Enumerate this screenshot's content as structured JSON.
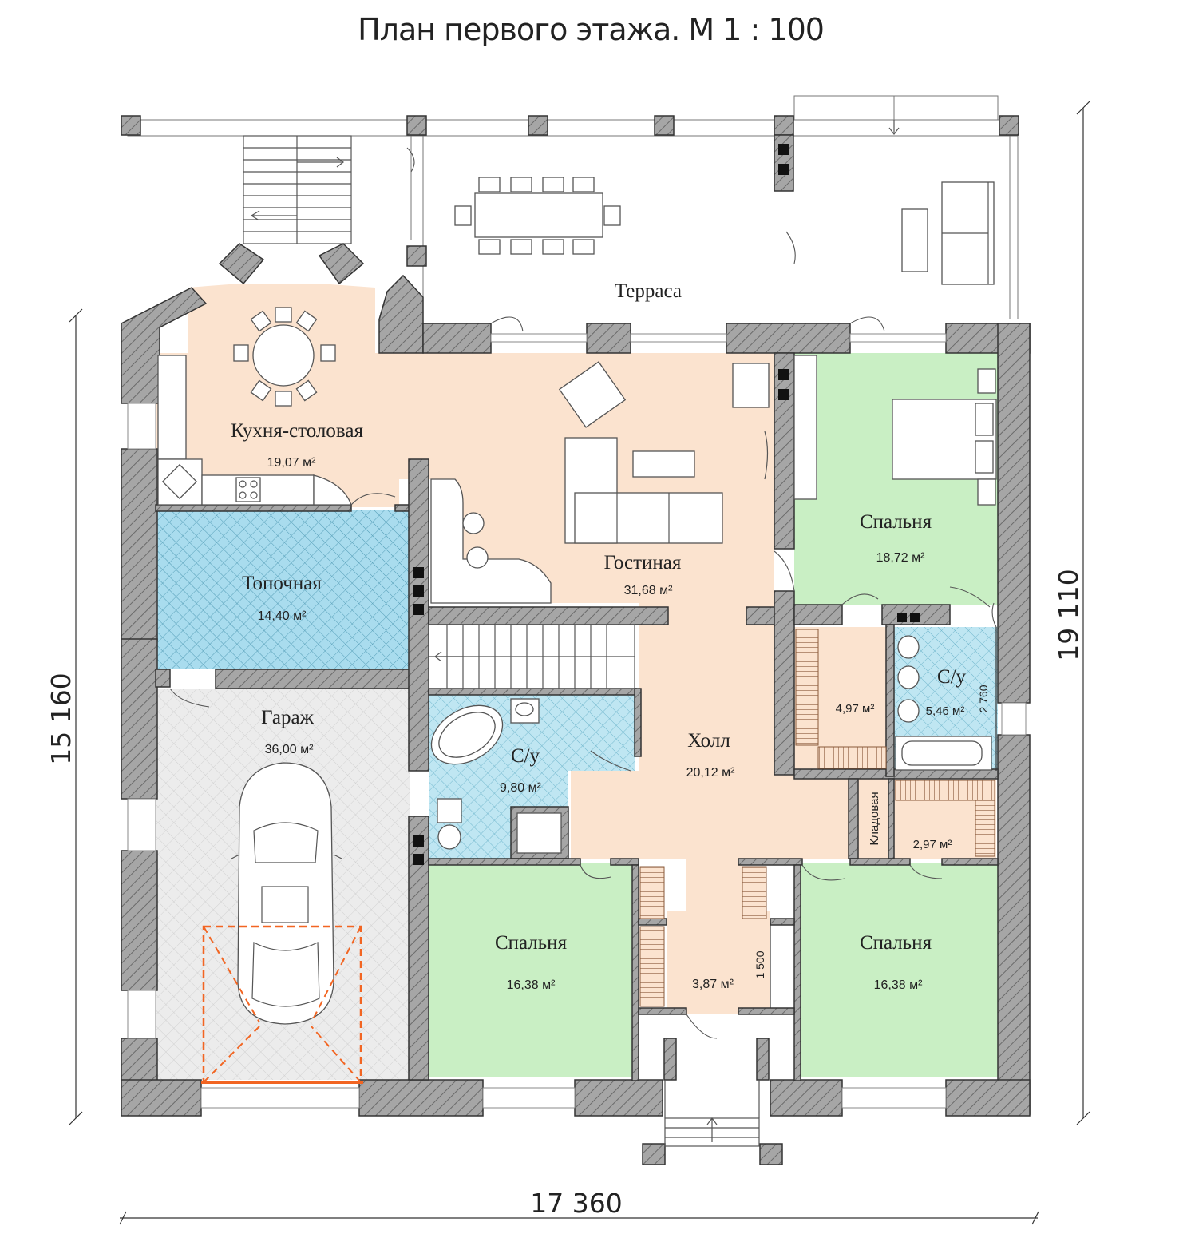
{
  "title": "План первого этажа. М 1 : 100",
  "rooms": {
    "kitchen": {
      "name": "Кухня-столовая",
      "area": "19,07 м²"
    },
    "boiler": {
      "name": "Топочная",
      "area": "14,40 м²"
    },
    "garage": {
      "name": "Гараж",
      "area": "36,00 м²"
    },
    "living": {
      "name": "Гостиная",
      "area": "31,68 м²"
    },
    "terrace": {
      "name": "Терраса"
    },
    "bedroom_ne": {
      "name": "Спальня",
      "area": "18,72 м²"
    },
    "bath_center": {
      "name": "С/у",
      "area": "9,80 м²"
    },
    "hall": {
      "name": "Холл",
      "area": "20,12 м²"
    },
    "closet_1": {
      "area": "4,97 м²"
    },
    "bath_east": {
      "name": "С/у",
      "area": "5,46 м²"
    },
    "storage": {
      "name": "Кладовая"
    },
    "closet_2": {
      "area": "2,97 м²"
    },
    "bedroom_sw": {
      "name": "Спальня",
      "area": "16,38 м²"
    },
    "vestibule": {
      "area": "3,87 м²"
    },
    "bedroom_se": {
      "name": "Спальня",
      "area": "16,38 м²"
    }
  },
  "dimensions": {
    "width": "17 360",
    "height_left": "15 160",
    "height_right": "19 110",
    "bath_width": "2 760",
    "vestibule_width": "1 500"
  },
  "colors": {
    "kitchen_living_hall": "#fbe3cf",
    "bedroom": "#c9efc4",
    "bath_tile": "#bfe6f2",
    "boiler_tile": "#a9dcee",
    "garage_tile": "#ececec",
    "wall": "#a6a6a6",
    "garage_marking": "#f26522"
  }
}
